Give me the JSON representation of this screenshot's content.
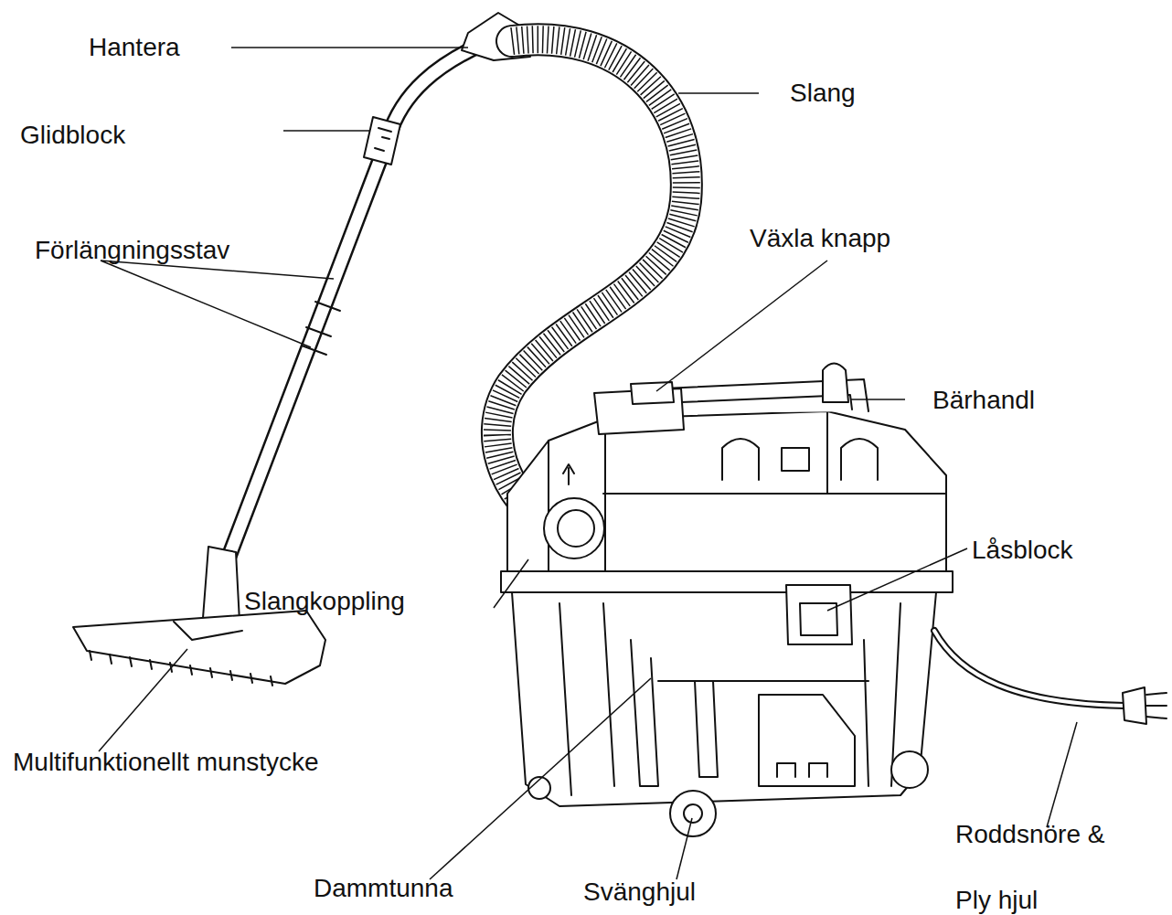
{
  "diagram": {
    "labels": [
      "Hantera",
      "Slang",
      "Glidblock",
      "Förlängningsstav",
      "Växla knapp",
      "Bärhandl",
      "Låsblock",
      "Slangkoppling",
      "Multifunktionellt munstycke",
      "Dammtunna",
      "Svänghjul",
      "Roddsnöre & Ply hjul"
    ]
  }
}
